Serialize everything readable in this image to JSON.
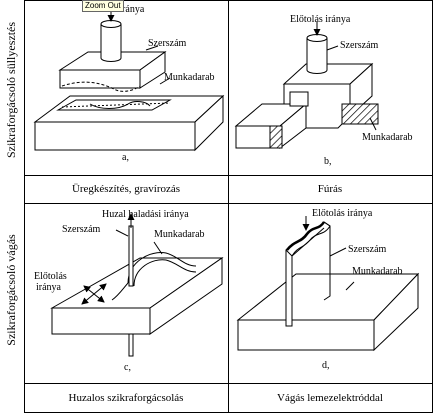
{
  "tooltip": "Zoom Out",
  "side_labels": {
    "top": "Szikraforgácsoló süllyesztés",
    "bottom": "Szikraforgácsoló vágás"
  },
  "panels": {
    "a": {
      "letter": "a,",
      "feed": "Előtolás iránya",
      "tool": "Szerszám",
      "workpiece": "Munkadarab",
      "caption": "Üregkészítés, gravírozás"
    },
    "b": {
      "letter": "b,",
      "feed": "Előtolás iránya",
      "tool": "Szerszám",
      "workpiece": "Munkadarab",
      "caption": "Fúrás"
    },
    "c": {
      "letter": "c,",
      "wire_direction": "Huzal haladási iránya",
      "tool": "Szerszám",
      "workpiece": "Munkadarab",
      "feed_line1": "Előtolás",
      "feed_line2": "iránya",
      "caption": "Huzalos szikraforgácsolás"
    },
    "d": {
      "letter": "d,",
      "feed": "Előtolás iránya",
      "tool": "Szerszám",
      "workpiece": "Munkadarab",
      "caption": "Vágás lemezelektróddal"
    }
  }
}
